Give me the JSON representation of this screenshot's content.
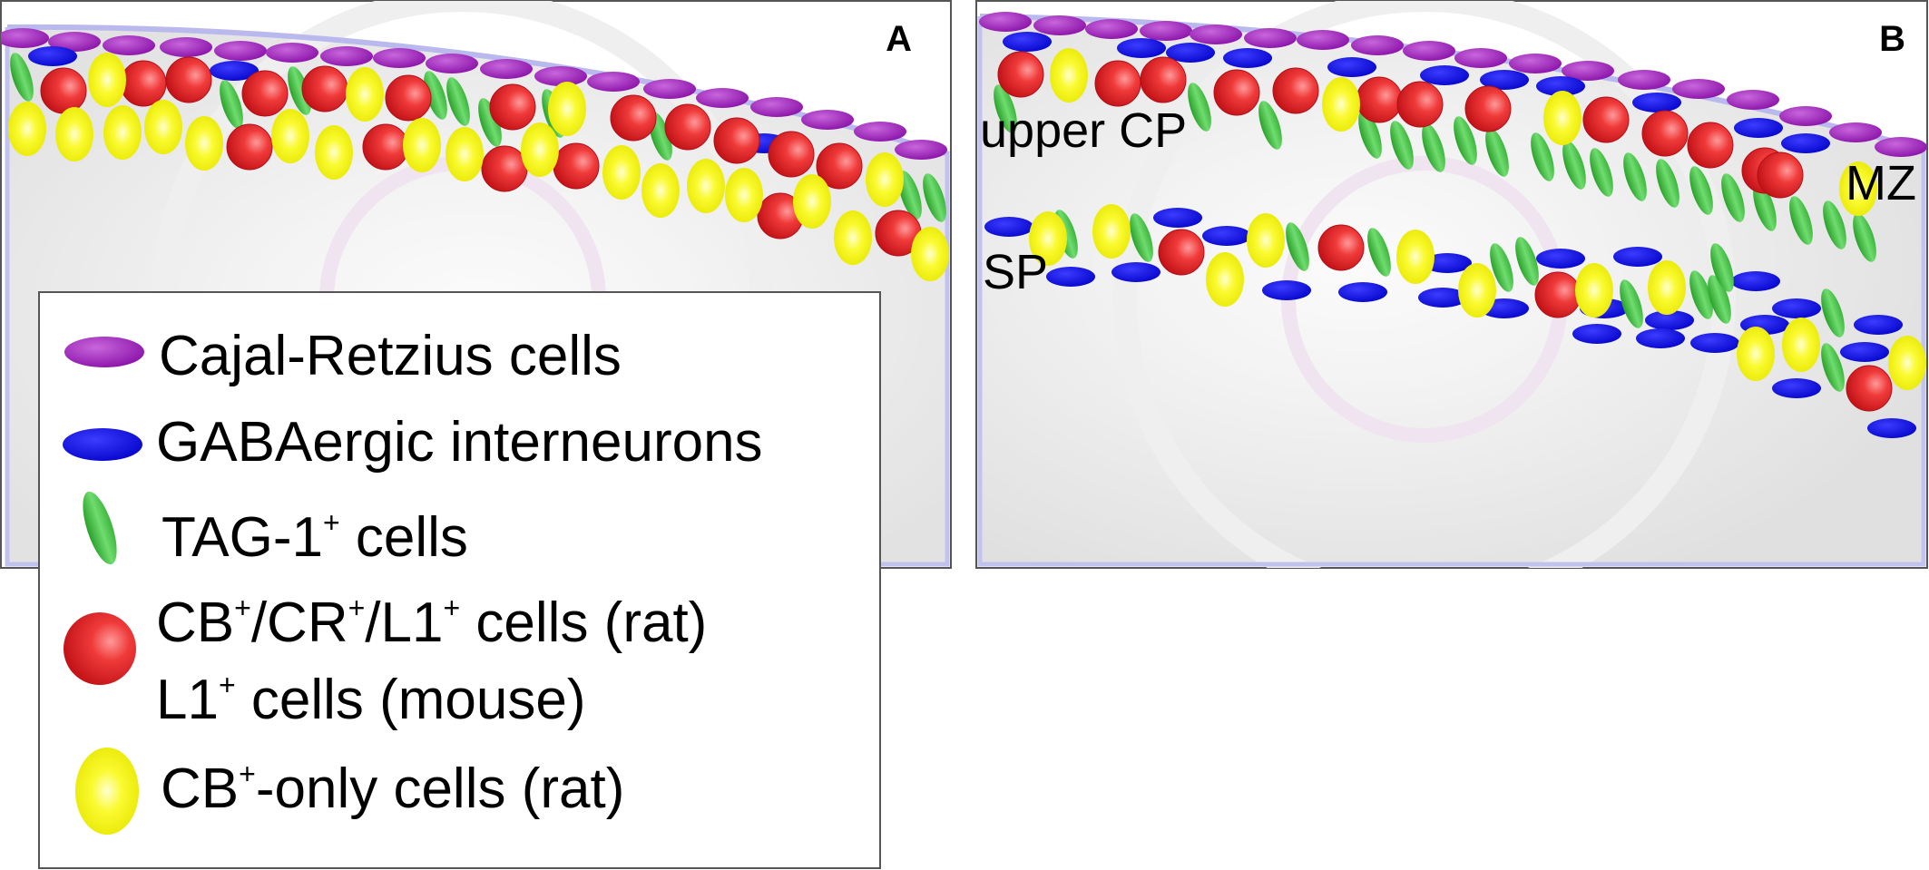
{
  "panels": [
    {
      "id": "A",
      "letter": "A"
    },
    {
      "id": "B",
      "letter": "B"
    }
  ],
  "region_labels": {
    "upper_cp": "upper CP",
    "mz": "MZ",
    "sp": "SP"
  },
  "legend": {
    "items": [
      {
        "key": "cr",
        "shape": "purple-ellipse",
        "color": "#9a19b8",
        "parts": [
          [
            "Cajal-Retzius cells",
            ""
          ]
        ]
      },
      {
        "key": "gaba",
        "shape": "blue-ellipse",
        "color": "#0a0ae6",
        "parts": [
          [
            "GABAergic interneurons",
            ""
          ]
        ]
      },
      {
        "key": "tag1",
        "shape": "green-spindle",
        "color": "#3cc83c",
        "parts": [
          [
            "TAG-1",
            ""
          ],
          [
            "+",
            "sup"
          ],
          [
            " cells",
            ""
          ]
        ]
      },
      {
        "key": "cb_cr_l1",
        "shape": "red-sphere",
        "color": "#e8141e",
        "parts": [
          [
            "CB",
            ""
          ],
          [
            "+",
            "sup"
          ],
          [
            "/CR",
            ""
          ],
          [
            "+",
            "sup"
          ],
          [
            "/L1",
            ""
          ],
          [
            "+",
            "sup"
          ],
          [
            " cells (rat)",
            ""
          ]
        ],
        "parts2": [
          [
            "L1",
            ""
          ],
          [
            "+",
            "sup"
          ],
          [
            " cells (mouse)",
            ""
          ]
        ]
      },
      {
        "key": "cb_only",
        "shape": "yellow-ellipse",
        "color": "#f2f20a",
        "parts": [
          [
            "CB",
            ""
          ],
          [
            "+",
            "sup"
          ],
          [
            "-only cells (rat)",
            ""
          ]
        ]
      }
    ]
  },
  "colors": {
    "purple": "#9a19b8",
    "blue": "#0a0ae6",
    "green": "#3cc83c",
    "red": "#e8141e",
    "yellow": "#f2f20a",
    "pia": "#b9b9ee"
  }
}
